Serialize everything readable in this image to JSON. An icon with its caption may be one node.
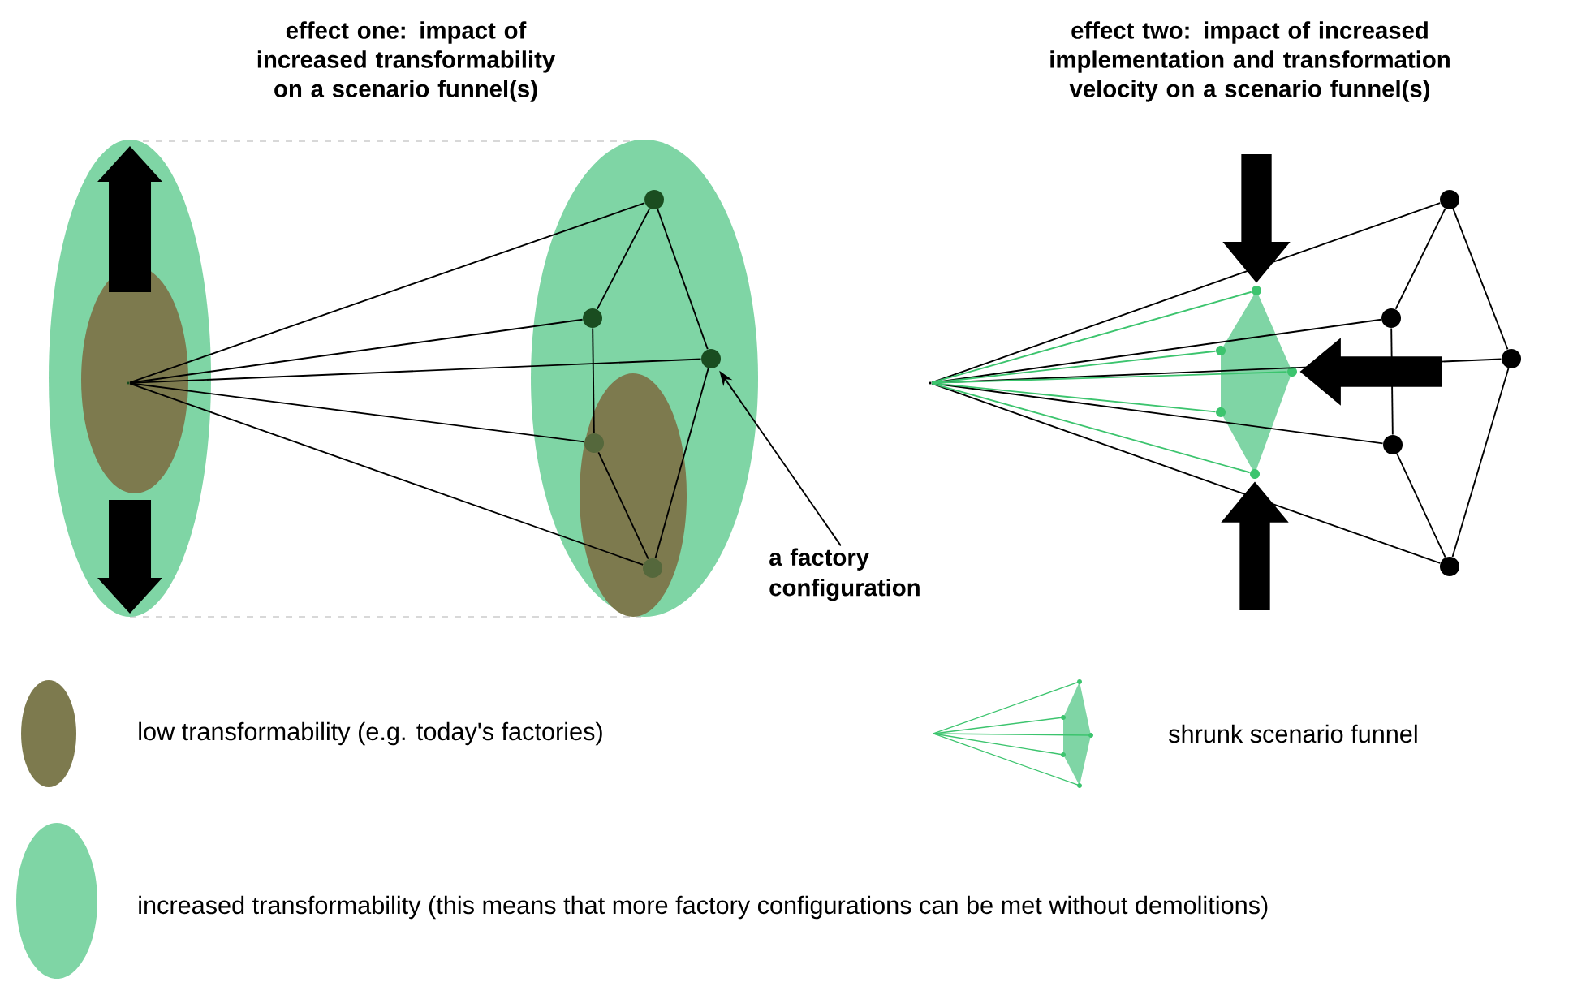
{
  "diagram": {
    "nodes": [
      {
        "text": [],
        "shape": "circle"
      },
      {
        "text": [],
        "shape": "circle"
      },
      {
        "text": [],
        "shape": "circle"
      },
      {
        "text": [],
        "shape": "circle"
      },
      {
        "text": [],
        "shape": "circle"
      },
      {
        "text": [],
        "shape": "circle"
      },
      {
        "text": [
          "a factory configuration"
        ]
      },
      {
        "text": [],
        "shape": "circle"
      },
      {
        "text": [],
        "shape": "circle"
      },
      {
        "text": [],
        "shape": "circle"
      },
      {
        "text": [],
        "shape": "circle"
      },
      {
        "text": [],
        "shape": "circle"
      },
      {
        "text": [],
        "shape": "circle"
      },
      {
        "text": [],
        "shape": "circle"
      },
      {
        "text": [],
        "shape": "circle"
      },
      {
        "text": [],
        "shape": "circle"
      },
      {
        "text": [],
        "shape": "circle"
      },
      {
        "text": [],
        "shape": "circle"
      }
    ],
    "edges": [
      {
        "from": 0,
        "to": 1,
        "arrow": "none"
      },
      {
        "from": 0,
        "to": 2,
        "arrow": "none"
      },
      {
        "from": 0,
        "to": 3,
        "arrow": "none"
      },
      {
        "from": 0,
        "to": 4,
        "arrow": "none"
      },
      {
        "from": 0,
        "to": 5,
        "arrow": "none"
      },
      {
        "from": 1,
        "to": 2,
        "arrow": "none"
      },
      {
        "from": 1,
        "to": 3,
        "arrow": "none"
      },
      {
        "from": 2,
        "to": 4,
        "arrow": "none"
      },
      {
        "from": 3,
        "to": 5,
        "arrow": "none"
      },
      {
        "from": 4,
        "to": 5,
        "arrow": "none"
      },
      {
        "from": 6,
        "to": 3,
        "arrow": "to"
      },
      {
        "from": 7,
        "to": 8,
        "arrow": "none"
      },
      {
        "from": 7,
        "to": 9,
        "arrow": "none"
      },
      {
        "from": 7,
        "to": 10,
        "arrow": "none"
      },
      {
        "from": 7,
        "to": 11,
        "arrow": "none"
      },
      {
        "from": 7,
        "to": 12,
        "arrow": "none"
      },
      {
        "from": 8,
        "to": 9,
        "arrow": "none"
      },
      {
        "from": 8,
        "to": 10,
        "arrow": "none"
      },
      {
        "from": 9,
        "to": 11,
        "arrow": "none"
      },
      {
        "from": 10,
        "to": 12,
        "arrow": "none"
      },
      {
        "from": 11,
        "to": 12,
        "arrow": "none"
      },
      {
        "from": 7,
        "to": 13,
        "arrow": "none",
        "color": "#3cc46e"
      },
      {
        "from": 7,
        "to": 14,
        "arrow": "none",
        "color": "#3cc46e"
      },
      {
        "from": 7,
        "to": 15,
        "arrow": "none",
        "color": "#3cc46e"
      },
      {
        "from": 7,
        "to": 16,
        "arrow": "none",
        "color": "#3cc46e"
      },
      {
        "from": 7,
        "to": 17,
        "arrow": "none",
        "color": "#3cc46e"
      },
      {
        "from": null,
        "to": 13,
        "arrow": "to",
        "style": "thick"
      },
      {
        "from": null,
        "to": 15,
        "arrow": "to",
        "style": "thick"
      },
      {
        "from": null,
        "to": 17,
        "arrow": "to",
        "style": "thick"
      }
    ],
    "labels": [
      "effect one: impact of increased transformability on a scenario funnel(s)",
      "effect two: impact of increased implementation and transformation velocity on a scenario funnel(s)"
    ],
    "legend": [
      {
        "text": "low transformability (e.g. today's factories)",
        "color": "#7d7a4e"
      },
      {
        "text": "shrunk scenario funnel"
      },
      {
        "text": "increased transformability (this means that more factory configurations can be met without demolitions)",
        "color": "#7fd5a5"
      }
    ]
  }
}
